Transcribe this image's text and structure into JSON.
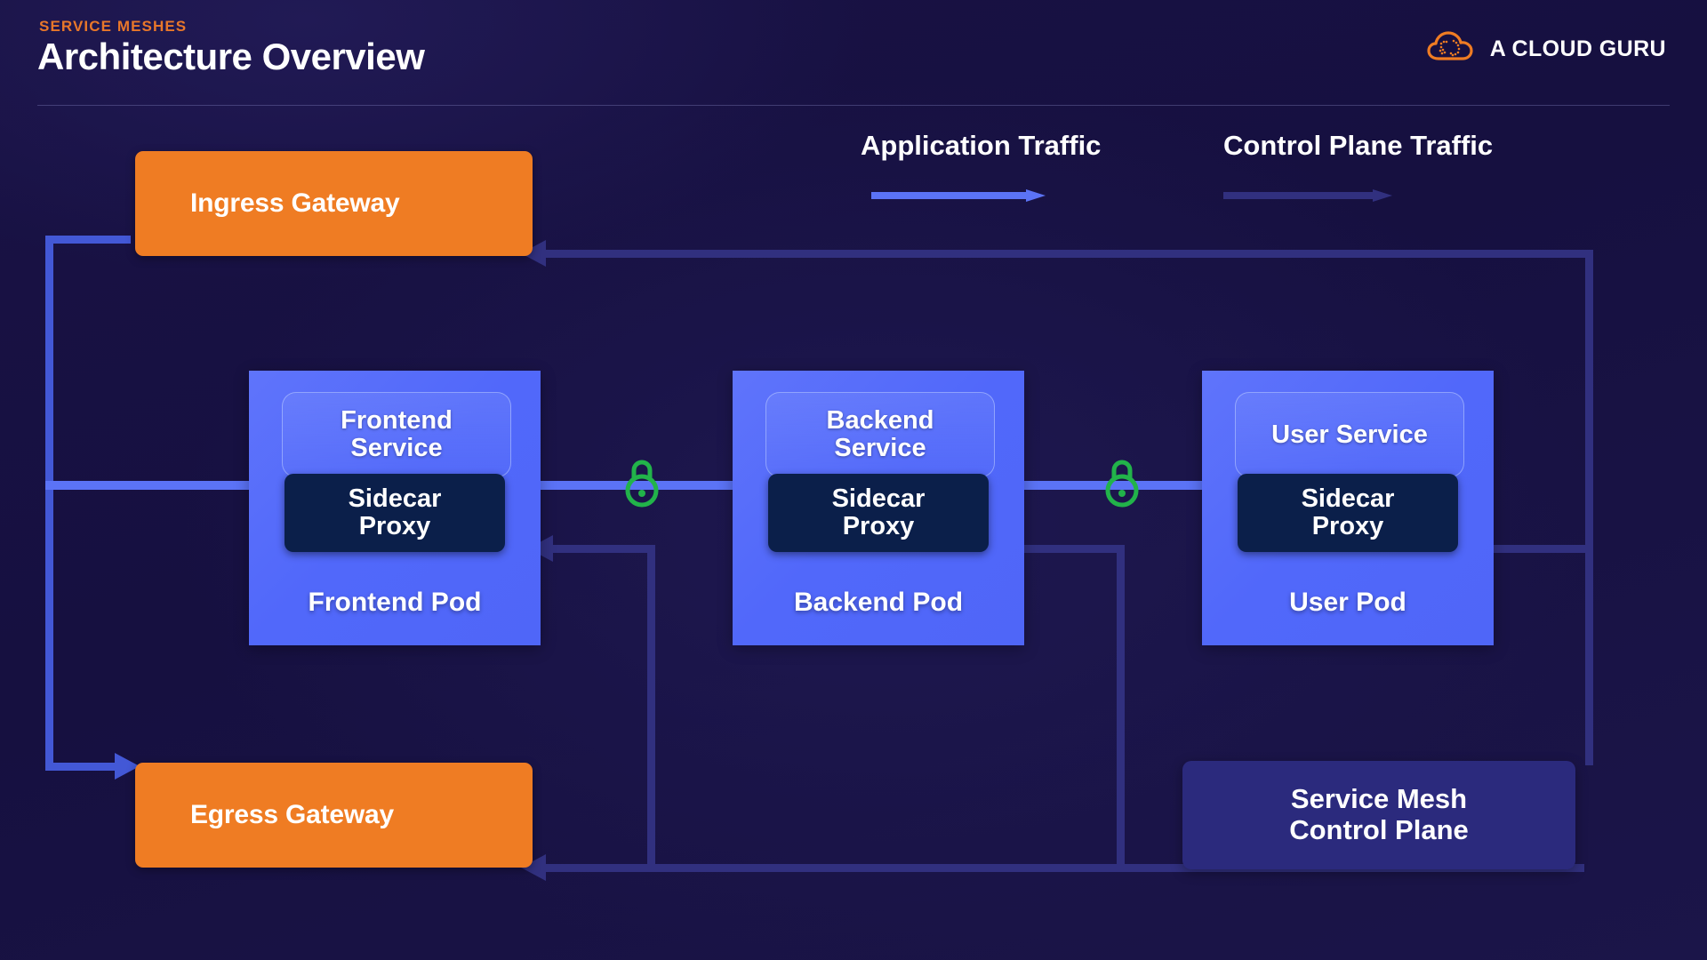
{
  "header": {
    "kicker": "SERVICE MESHES",
    "title": "Architecture Overview",
    "brand": "A CLOUD GURU",
    "brand_icon": "cloud-guru-logo-icon"
  },
  "legend": {
    "items": [
      {
        "label": "Application Traffic",
        "color": "#5b73f6",
        "icon": "arrow-right-icon"
      },
      {
        "label": "Control Plane Traffic",
        "color": "#31307f",
        "icon": "arrow-right-icon"
      }
    ]
  },
  "gateways": {
    "ingress": "Ingress Gateway",
    "egress": "Egress Gateway"
  },
  "pods": [
    {
      "service": "Frontend\nService",
      "sidecar": "Sidecar\nProxy",
      "label": "Frontend Pod"
    },
    {
      "service": "Backend\nService",
      "sidecar": "Sidecar\nProxy",
      "label": "Backend Pod"
    },
    {
      "service": "User Service",
      "sidecar": "Sidecar\nProxy",
      "label": "User Pod"
    }
  ],
  "control_plane": {
    "label": "Service Mesh\nControl Plane"
  },
  "security": {
    "icon": "padlock-icon",
    "color": "#22b34a",
    "count": 2
  },
  "colors": {
    "background": "#171142",
    "accent_orange": "#ef7c23",
    "pod_blue": "#5168fa",
    "sidecar_navy": "#0b1f4a",
    "app_traffic": "#5b73f6",
    "control_traffic": "#31307f",
    "control_plane_box": "#2b2a7d",
    "lock_green": "#22b34a",
    "text_white": "#ffffff"
  }
}
